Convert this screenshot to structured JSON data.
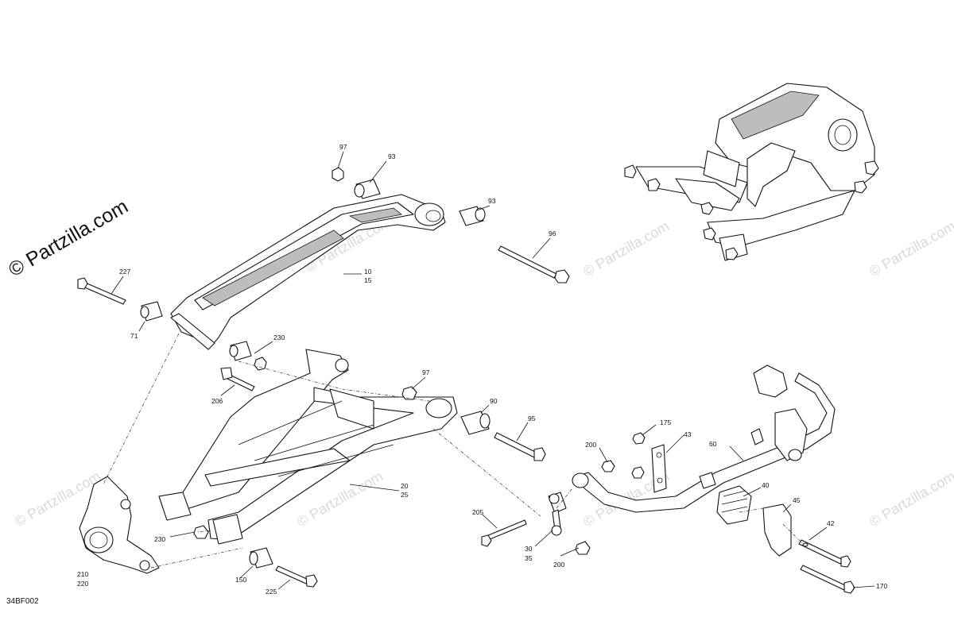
{
  "watermark": {
    "brand_text": "© Partzilla.com",
    "faint_text": "© Partzilla.com"
  },
  "reference_code": "34BF002",
  "callouts": {
    "c97a": "97",
    "c93a": "93",
    "c93b": "93",
    "c96": "96",
    "c10": "10",
    "c15": "15",
    "c227": "227",
    "c71": "71",
    "c230a": "230",
    "c206": "206",
    "c97b": "97",
    "c90": "90",
    "c95": "95",
    "c20": "20",
    "c25": "25",
    "c230b": "230",
    "c210": "210",
    "c220": "220",
    "c150": "150",
    "c225": "225",
    "c205": "205",
    "c30": "30",
    "c35": "35",
    "c200a": "200",
    "c200b": "200",
    "c175": "175",
    "c43": "43",
    "c60": "60",
    "c40": "40",
    "c45": "45",
    "c42": "42",
    "c170": "170"
  },
  "colors": {
    "line": "#111111",
    "pane": "#bdbdbd",
    "watermark": "#d9d9d9"
  }
}
